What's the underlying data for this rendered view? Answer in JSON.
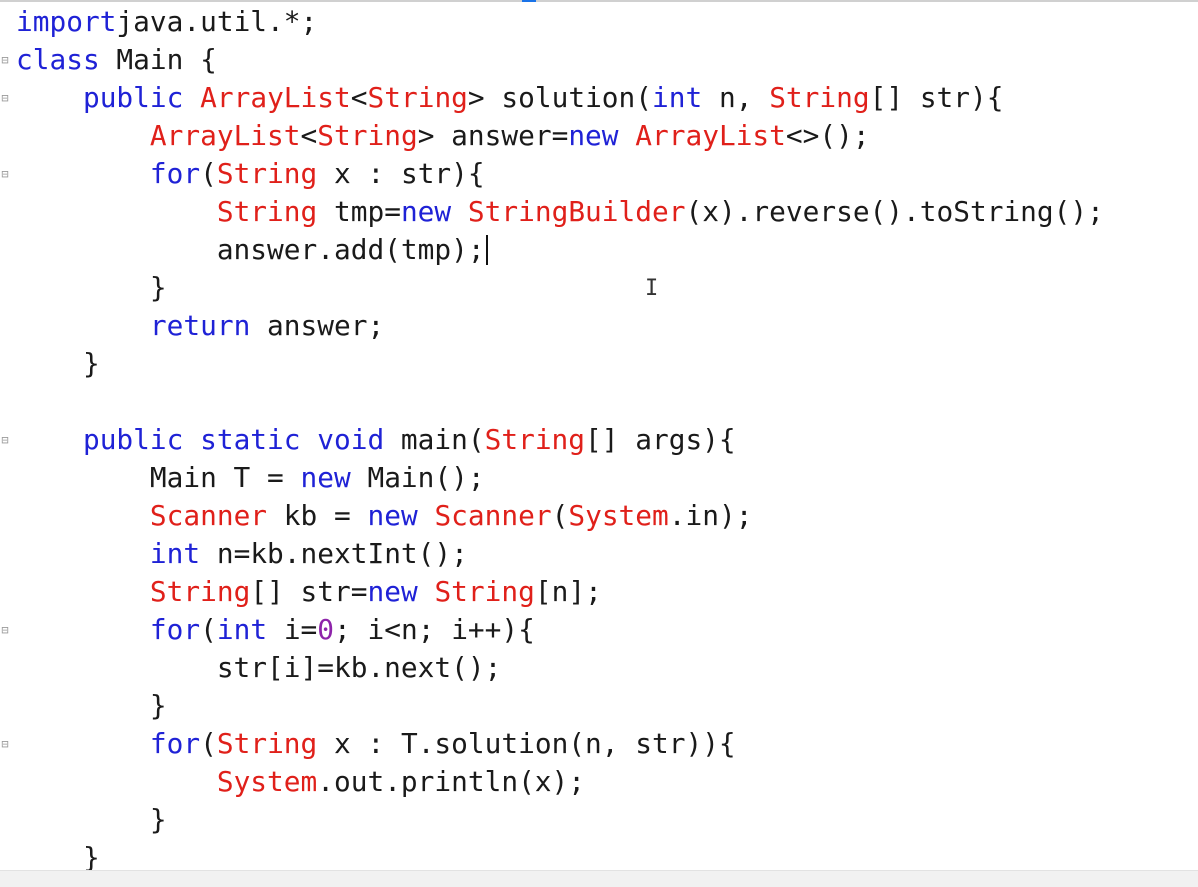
{
  "editor": {
    "lines": [
      {
        "fold": false,
        "tokens": [
          [
            "kw",
            "import"
          ],
          [
            "",
            "java.util.*;"
          ]
        ]
      },
      {
        "fold": true,
        "tokens": [
          [
            "kw",
            "class"
          ],
          [
            "",
            " Main {"
          ]
        ]
      },
      {
        "fold": true,
        "tokens": [
          [
            "",
            "    "
          ],
          [
            "kw",
            "public"
          ],
          [
            "",
            " "
          ],
          [
            "ty",
            "ArrayList"
          ],
          [
            "",
            "<"
          ],
          [
            "ty",
            "String"
          ],
          [
            "",
            "> solution("
          ],
          [
            "kw",
            "int"
          ],
          [
            "",
            " n, "
          ],
          [
            "ty",
            "String"
          ],
          [
            "",
            "[] str){"
          ]
        ]
      },
      {
        "fold": false,
        "tokens": [
          [
            "",
            "        "
          ],
          [
            "ty",
            "ArrayList"
          ],
          [
            "",
            "<"
          ],
          [
            "ty",
            "String"
          ],
          [
            "",
            "> answer="
          ],
          [
            "kw",
            "new"
          ],
          [
            "",
            " "
          ],
          [
            "ty",
            "ArrayList"
          ],
          [
            "",
            "<>();"
          ]
        ]
      },
      {
        "fold": true,
        "tokens": [
          [
            "",
            "        "
          ],
          [
            "kw",
            "for"
          ],
          [
            "",
            "("
          ],
          [
            "ty",
            "String"
          ],
          [
            "",
            " x : str){"
          ]
        ]
      },
      {
        "fold": false,
        "tokens": [
          [
            "",
            "            "
          ],
          [
            "ty",
            "String"
          ],
          [
            "",
            " tmp="
          ],
          [
            "kw",
            "new"
          ],
          [
            "",
            " "
          ],
          [
            "ty",
            "StringBuilder"
          ],
          [
            "",
            "(x).reverse().toString();"
          ]
        ]
      },
      {
        "fold": false,
        "caret": true,
        "tokens": [
          [
            "",
            "            answer.add(tmp);"
          ]
        ]
      },
      {
        "fold": false,
        "tokens": [
          [
            "",
            "        }"
          ]
        ]
      },
      {
        "fold": false,
        "tokens": [
          [
            "",
            "        "
          ],
          [
            "kw",
            "return"
          ],
          [
            "",
            " answer;"
          ]
        ]
      },
      {
        "fold": false,
        "tokens": [
          [
            "",
            "    }"
          ]
        ]
      },
      {
        "fold": false,
        "tokens": []
      },
      {
        "fold": true,
        "tokens": [
          [
            "",
            "    "
          ],
          [
            "kw",
            "public static void"
          ],
          [
            "",
            " main("
          ],
          [
            "ty",
            "String"
          ],
          [
            "",
            "[] args){"
          ]
        ]
      },
      {
        "fold": false,
        "tokens": [
          [
            "",
            "        Main T = "
          ],
          [
            "kw",
            "new"
          ],
          [
            "",
            " Main();"
          ]
        ]
      },
      {
        "fold": false,
        "tokens": [
          [
            "",
            "        "
          ],
          [
            "ty",
            "Scanner"
          ],
          [
            "",
            " kb = "
          ],
          [
            "kw",
            "new"
          ],
          [
            "",
            " "
          ],
          [
            "ty",
            "Scanner"
          ],
          [
            "",
            "("
          ],
          [
            "ty",
            "System"
          ],
          [
            "",
            ".in);"
          ]
        ]
      },
      {
        "fold": false,
        "tokens": [
          [
            "",
            "        "
          ],
          [
            "kw",
            "int"
          ],
          [
            "",
            " n=kb.nextInt();"
          ]
        ]
      },
      {
        "fold": false,
        "tokens": [
          [
            "",
            "        "
          ],
          [
            "ty",
            "String"
          ],
          [
            "",
            "[] str="
          ],
          [
            "kw",
            "new"
          ],
          [
            "",
            " "
          ],
          [
            "ty",
            "String"
          ],
          [
            "",
            "[n];"
          ]
        ]
      },
      {
        "fold": true,
        "tokens": [
          [
            "",
            "        "
          ],
          [
            "kw",
            "for"
          ],
          [
            "",
            "("
          ],
          [
            "kw",
            "int"
          ],
          [
            "",
            " i="
          ],
          [
            "num",
            "0"
          ],
          [
            "",
            "; i<n; i++){"
          ]
        ]
      },
      {
        "fold": false,
        "tokens": [
          [
            "",
            "            str[i]=kb.next();"
          ]
        ]
      },
      {
        "fold": false,
        "tokens": [
          [
            "",
            "        }"
          ]
        ]
      },
      {
        "fold": true,
        "tokens": [
          [
            "",
            "        "
          ],
          [
            "kw",
            "for"
          ],
          [
            "",
            "("
          ],
          [
            "ty",
            "String"
          ],
          [
            "",
            " x : T.solution(n, str)){"
          ]
        ]
      },
      {
        "fold": false,
        "tokens": [
          [
            "",
            "            "
          ],
          [
            "ty",
            "System"
          ],
          [
            "",
            ".out.println(x);"
          ]
        ]
      },
      {
        "fold": false,
        "tokens": [
          [
            "",
            "        }"
          ]
        ]
      },
      {
        "fold": false,
        "tokens": [
          [
            "",
            "    }"
          ]
        ]
      }
    ],
    "colors": {
      "keyword": "#1f22d6",
      "type": "#e0201a",
      "number": "#8e24aa",
      "text": "#1a1a1a"
    },
    "icons": {
      "fold": "fold-marker-icon",
      "cursor": "text-cursor-icon"
    }
  }
}
